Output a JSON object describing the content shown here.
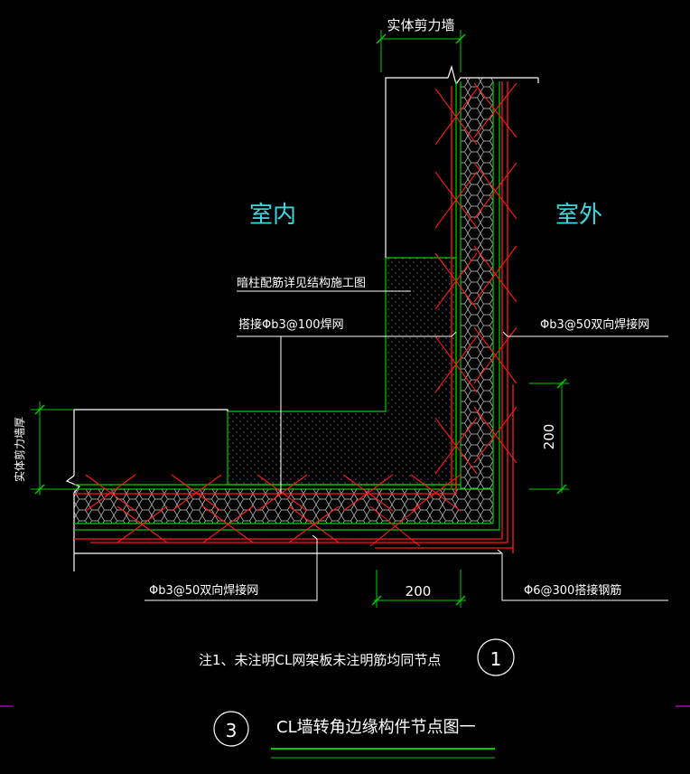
{
  "drawing": {
    "labels": {
      "solid_wall_top": "实体剪力墙",
      "solid_wall_side": "实体剪力墙厚",
      "indoor": "室内",
      "outdoor": "室外",
      "hidden_column_note": "暗柱配筋详见结构施工图",
      "lap_mesh_note": "搭接Φb3@100焊网",
      "outer_mesh_note": "Φb3@50双向焊接网",
      "bottom_mesh_note": "Φb3@50双向焊接网",
      "lap_rebar_note": "Φ6@300搭接钢筋",
      "dim_vertical": "200",
      "dim_horizontal": "200"
    },
    "footnote": {
      "text": "注1、未注明CL网架板未注明筋均同节点",
      "circle_number": "1"
    },
    "title_block": {
      "number": "3",
      "title": "CL墙转角边缘构件节点图一"
    },
    "colors": {
      "background": "#000000",
      "line_white": "#ffffff",
      "line_green": "#00cc00",
      "line_red": "#ff1a1a",
      "text_cyan": "#3fd8e0",
      "accent_magenta": "#ff00ff"
    }
  }
}
